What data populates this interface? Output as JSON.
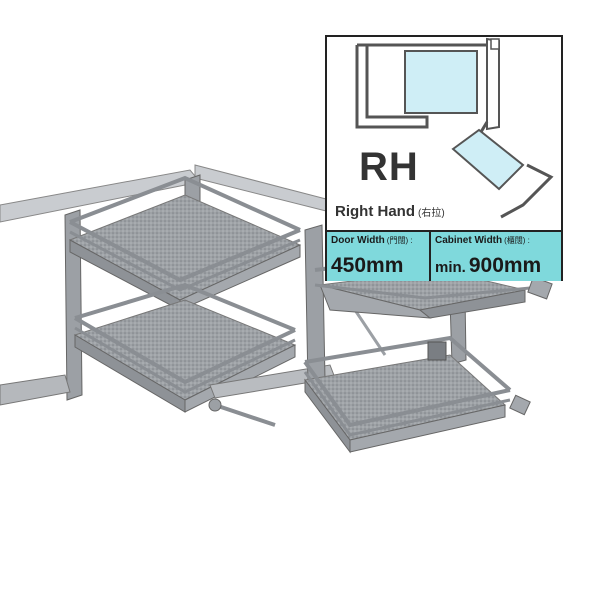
{
  "spec_card": {
    "hand_code": "RH",
    "hand_label": "Right Hand",
    "hand_label_cn": "(右拉)",
    "door_width": {
      "label": "Door Width",
      "label_cn": "(門闊) :",
      "value": "450mm"
    },
    "cabinet_width": {
      "label": "Cabinet Width",
      "label_cn": "(櫃闊) :",
      "prefix": "min.",
      "value": "900mm"
    }
  },
  "colors": {
    "accent": "#7fd9dc",
    "panel": "#cfeef6",
    "metal": "#8f9398",
    "mesh": "#9a9ea3"
  }
}
